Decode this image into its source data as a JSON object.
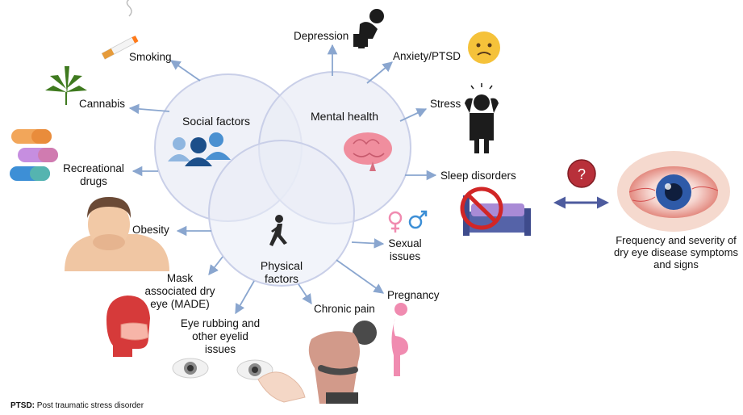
{
  "circles": {
    "social": "Social factors",
    "mental": "Mental health",
    "physical_line1": "Physical",
    "physical_line2": "factors"
  },
  "factors": {
    "smoking": "Smoking",
    "cannabis": "Cannabis",
    "recreational_line1": "Recreational",
    "recreational_line2": "drugs",
    "obesity": "Obesity",
    "mask_line1": "Mask",
    "mask_line2": "associated dry",
    "mask_line3": "eye (MADE)",
    "rubbing_line1": "Eye rubbing and",
    "rubbing_line2": "other eyelid",
    "rubbing_line3": "issues",
    "chronic_pain": "Chronic pain",
    "pregnancy": "Pregnancy",
    "sexual_line1": "Sexual",
    "sexual_line2": "issues",
    "sleep": "Sleep disorders",
    "stress": "Stress",
    "anxiety": "Anxiety/PTSD",
    "depression": "Depression"
  },
  "outcome": {
    "question_mark": "?",
    "line1": "Frequency and severity of",
    "line2": "dry eye disease symptoms",
    "line3": "and signs"
  },
  "footer": {
    "abbr": "PTSD:",
    "definition": " Post traumatic stress disorder"
  },
  "colors": {
    "arrow": "#8aa6cf",
    "circle_stroke": "#c9cfe8",
    "circle_fill": "#e6e9f4",
    "double_arrow": "#4d5b9e",
    "question_badge": "#b8303a"
  }
}
